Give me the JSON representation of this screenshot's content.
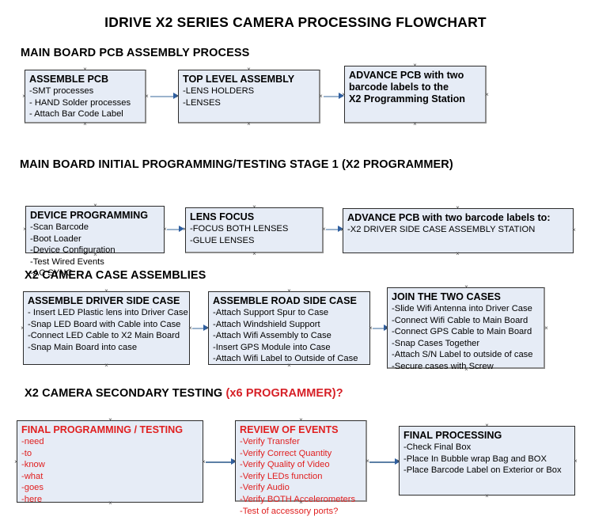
{
  "document": {
    "title": "IDRIVE X2  SERIES CAMERA PROCESSING FLOWCHART"
  },
  "sections": [
    {
      "id": "main-board-pcb-assembly",
      "heading": "MAIN BOARD PCB ASSEMBLY PROCESS",
      "heading_accent": "",
      "boxes": [
        {
          "id": "assemble-pcb",
          "title": "ASSEMBLE PCB",
          "lines": [
            "-SMT processes",
            "- HAND Solder processes",
            "- Attach Bar Code Label"
          ]
        },
        {
          "id": "top-level-assembly",
          "title": "TOP LEVEL ASSEMBLY",
          "lines": [
            "-LENS HOLDERS",
            "-LENSES"
          ]
        },
        {
          "id": "advance-pcb-x2-programming-station",
          "title": "ADVANCE PCB with two",
          "title_lines": [
            "ADVANCE PCB with two",
            "barcode labels to the",
            " X2 Programming Station"
          ],
          "lines": []
        }
      ]
    },
    {
      "id": "main-board-initial-programming",
      "heading": "MAIN BOARD INITIAL PROGRAMMING/TESTING STAGE 1 (X2 PROGRAMMER)",
      "heading_accent": "",
      "boxes": [
        {
          "id": "device-programming",
          "title": "DEVICE PROGRAMMING",
          "lines": [
            "-Scan Barcode",
            "-Boot Loader",
            "-Device Configuration",
            "-Test Wired Events",
            "-AC SYNC"
          ]
        },
        {
          "id": "lens-focus",
          "title": "LENS FOCUS",
          "lines": [
            "-FOCUS BOTH LENSES",
            "-GLUE LENSES"
          ]
        },
        {
          "id": "advance-pcb-driver-side-case",
          "title": "ADVANCE PCB with two barcode labels to:",
          "lines": [
            "-X2 DRIVER  SIDE  CASE  ASSEMBLY STATION"
          ]
        }
      ]
    },
    {
      "id": "x2-camera-case-assemblies",
      "heading": "X2 CAMERA CASE ASSEMBLIES",
      "heading_accent": "",
      "boxes": [
        {
          "id": "assemble-driver-side-case",
          "title": "ASSEMBLE DRIVER SIDE CASE",
          "lines": [
            "- Insert LED Plastic lens into Driver Case",
            "-Snap LED Board with Cable into Case",
            "-Connect LED Cable to X2 Main Board",
            "-Snap Main Board into case"
          ]
        },
        {
          "id": "assemble-road-side-case",
          "title": "ASSEMBLE ROAD SIDE CASE",
          "lines": [
            "-Attach Support Spur to Case",
            "-Attach Windshield Support",
            "-Attach Wifi Assembly to Case",
            "-Insert GPS Module into Case",
            "-Attach Wifi Label to Outside of Case"
          ]
        },
        {
          "id": "join-the-two-cases",
          "title": "JOIN THE TWO CASES",
          "lines": [
            "-Slide Wifi Antenna into Driver Case",
            "-Connect Wifi Cable to Main Board",
            "-Connect GPS Cable to Main Board",
            "-Snap Cases Together",
            "-Attach S/N Label to outside of case",
            "-Secure cases with Screw"
          ]
        }
      ]
    },
    {
      "id": "x2-camera-secondary-testing",
      "heading": "X2 CAMERA SECONDARY TESTING ",
      "heading_accent": "(x6 PROGRAMMER)?",
      "boxes": [
        {
          "id": "final-programming-testing",
          "title": "FINAL PROGRAMMING / TESTING",
          "lines": [
            "-need",
            "-to",
            "-know",
            "-what",
            "-goes",
            "-here"
          ]
        },
        {
          "id": "review-of-events",
          "title": "REVIEW OF EVENTS",
          "lines": [
            "-Verify Transfer",
            "-Verify Correct Quantity",
            "-Verify Quality of Video",
            "-Verify LEDs function",
            "-Verify Audio",
            "-Verify BOTH Accelerometers",
            "-Test of accessory ports?"
          ]
        },
        {
          "id": "final-processing",
          "title": "FINAL PROCESSING",
          "lines": [
            " -Check Final Box",
            "-Place In Bubble wrap Bag and BOX",
            "-Place Barcode Label on Exterior or Box"
          ]
        }
      ]
    }
  ],
  "colors": {
    "box_fill": "#e6ecf6",
    "box_border": "#2b2b2b",
    "accent_red": "#d61f26",
    "connector": "#9bb3cd",
    "arrowhead": "#2f5fa0"
  }
}
